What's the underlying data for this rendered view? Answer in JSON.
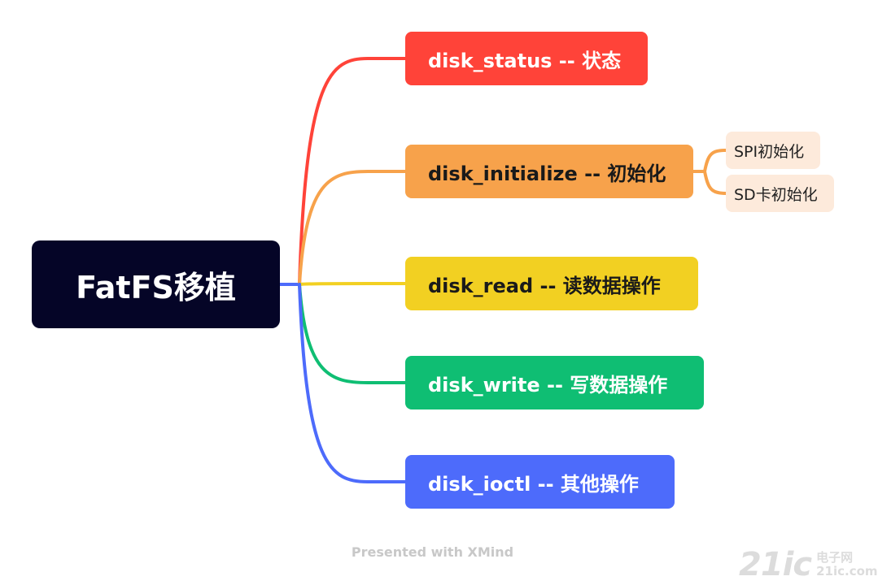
{
  "diagram": {
    "root": {
      "label": "FatFS移植"
    },
    "branches": [
      {
        "id": "status",
        "label": "disk_status -- 状态",
        "color": "#ff4339"
      },
      {
        "id": "init",
        "label": "disk_initialize -- 初始化",
        "color": "#f7a24b",
        "children": [
          {
            "label": "SPI初始化"
          },
          {
            "label": "SD卡初始化"
          }
        ]
      },
      {
        "id": "read",
        "label": "disk_read -- 读数据操作",
        "color": "#f2d022"
      },
      {
        "id": "write",
        "label": "disk_write -- 写数据操作",
        "color": "#0fbe73"
      },
      {
        "id": "ioctl",
        "label": "disk_ioctl -- 其他操作",
        "color": "#4d6bfb"
      }
    ],
    "root_line_color": "#4d6bfb",
    "sub_line_color": "#f7a24b"
  },
  "footer": {
    "text": "Presented with XMind"
  },
  "watermark": {
    "mark": "21ic",
    "line1": "电子网",
    "line2": "21ic.com"
  }
}
